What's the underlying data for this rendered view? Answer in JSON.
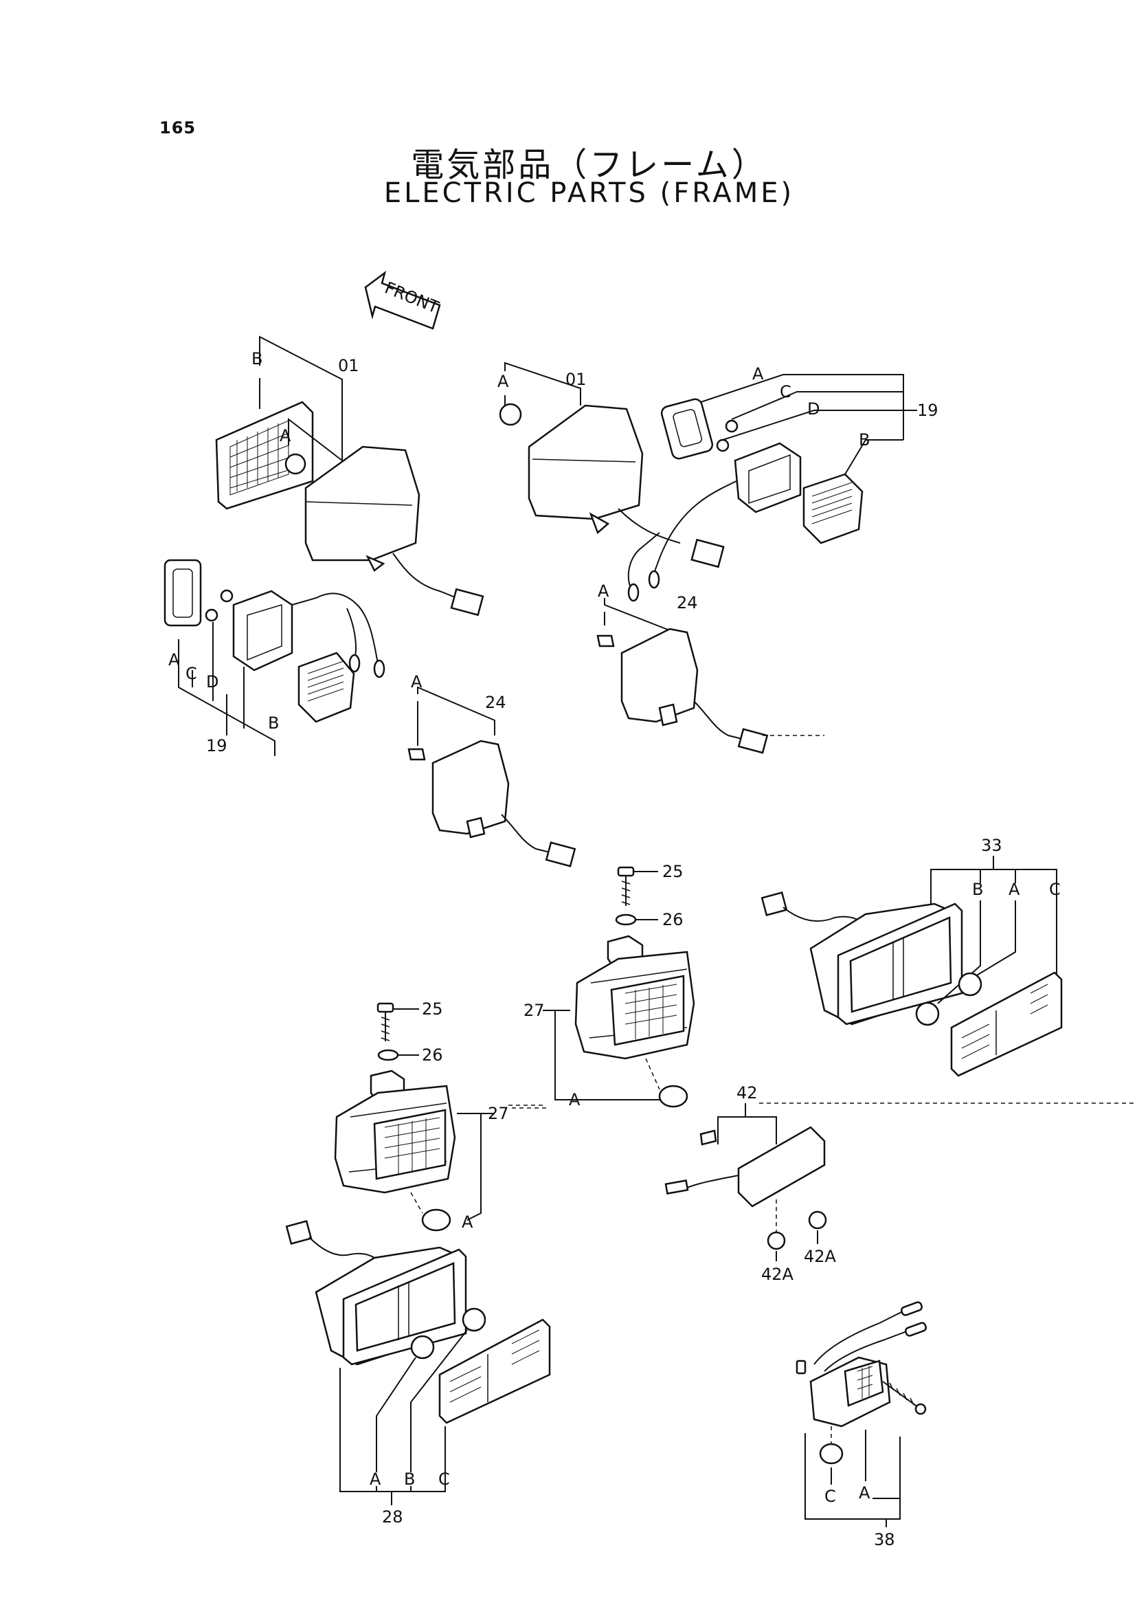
{
  "page": {
    "number": "165",
    "title_jp": "電気部品（フレーム）",
    "title_en": "ELECTRIC PARTS (FRAME)"
  },
  "direction_arrow": {
    "label": "FRONT"
  },
  "callouts": {
    "c01_left": "01",
    "c01_right": "01",
    "c19_left": "19",
    "c19_right": "19",
    "c24_left": "24",
    "c24_right": "24",
    "c25_left": "25",
    "c25_right": "25",
    "c26_left": "26",
    "c26_right": "26",
    "c27_left": "27",
    "c27_right": "27",
    "c28": "28",
    "c33": "33",
    "c38": "38",
    "c42": "42",
    "c42a_left": "42A",
    "c42a_right": "42A"
  },
  "subparts": {
    "A": "A",
    "B": "B",
    "C": "C",
    "D": "D"
  }
}
